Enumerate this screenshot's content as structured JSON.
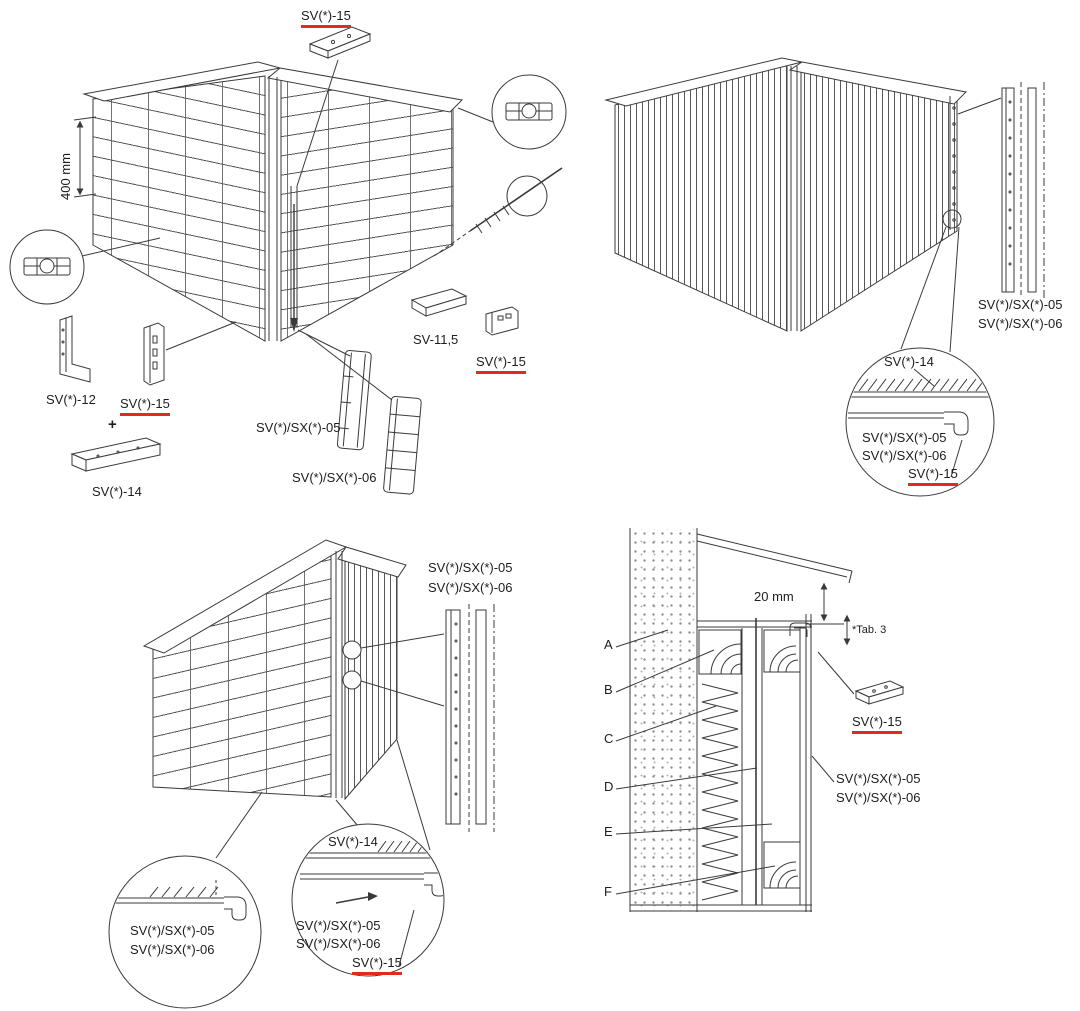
{
  "colors": {
    "line": "#3a3a3a",
    "highlight_red": "#e02b20"
  },
  "labels": {
    "top_left": {
      "sv15_top": "SV(*)-15",
      "dim_400mm": "400 mm",
      "sv12": "SV(*)-12",
      "sv15_left": "SV(*)-15",
      "plus": "+",
      "sv14": "SV(*)-14",
      "panel_05": "SV(*)/SX(*)-05",
      "panel_06": "SV(*)/SX(*)-06",
      "sv115": "SV-11,5",
      "sv15_right": "SV(*)-15"
    },
    "top_right": {
      "panel_05": "SV(*)/SX(*)-05",
      "panel_06": "SV(*)/SX(*)-06",
      "detail": {
        "sv14": "SV(*)-14",
        "panel_05": "SV(*)/SX(*)-05",
        "panel_06": "SV(*)/SX(*)-06",
        "sv15": "SV(*)-15"
      }
    },
    "bottom_left": {
      "panel_05": "SV(*)/SX(*)-05",
      "panel_06": "SV(*)/SX(*)-06",
      "detail_left": {
        "panel_05": "SV(*)/SX(*)-05",
        "panel_06": "SV(*)/SX(*)-06"
      },
      "detail_right": {
        "sv14": "SV(*)-14",
        "panel_05": "SV(*)/SX(*)-05",
        "panel_06": "SV(*)/SX(*)-06",
        "sv15": "SV(*)-15"
      }
    },
    "bottom_right": {
      "dim_20mm": "20 mm",
      "tab_note": "*Tab. 3",
      "section_letters": [
        "A",
        "B",
        "C",
        "D",
        "E",
        "F"
      ],
      "sv15": "SV(*)-15",
      "panel_05": "SV(*)/SX(*)-05",
      "panel_06": "SV(*)/SX(*)-06"
    }
  }
}
